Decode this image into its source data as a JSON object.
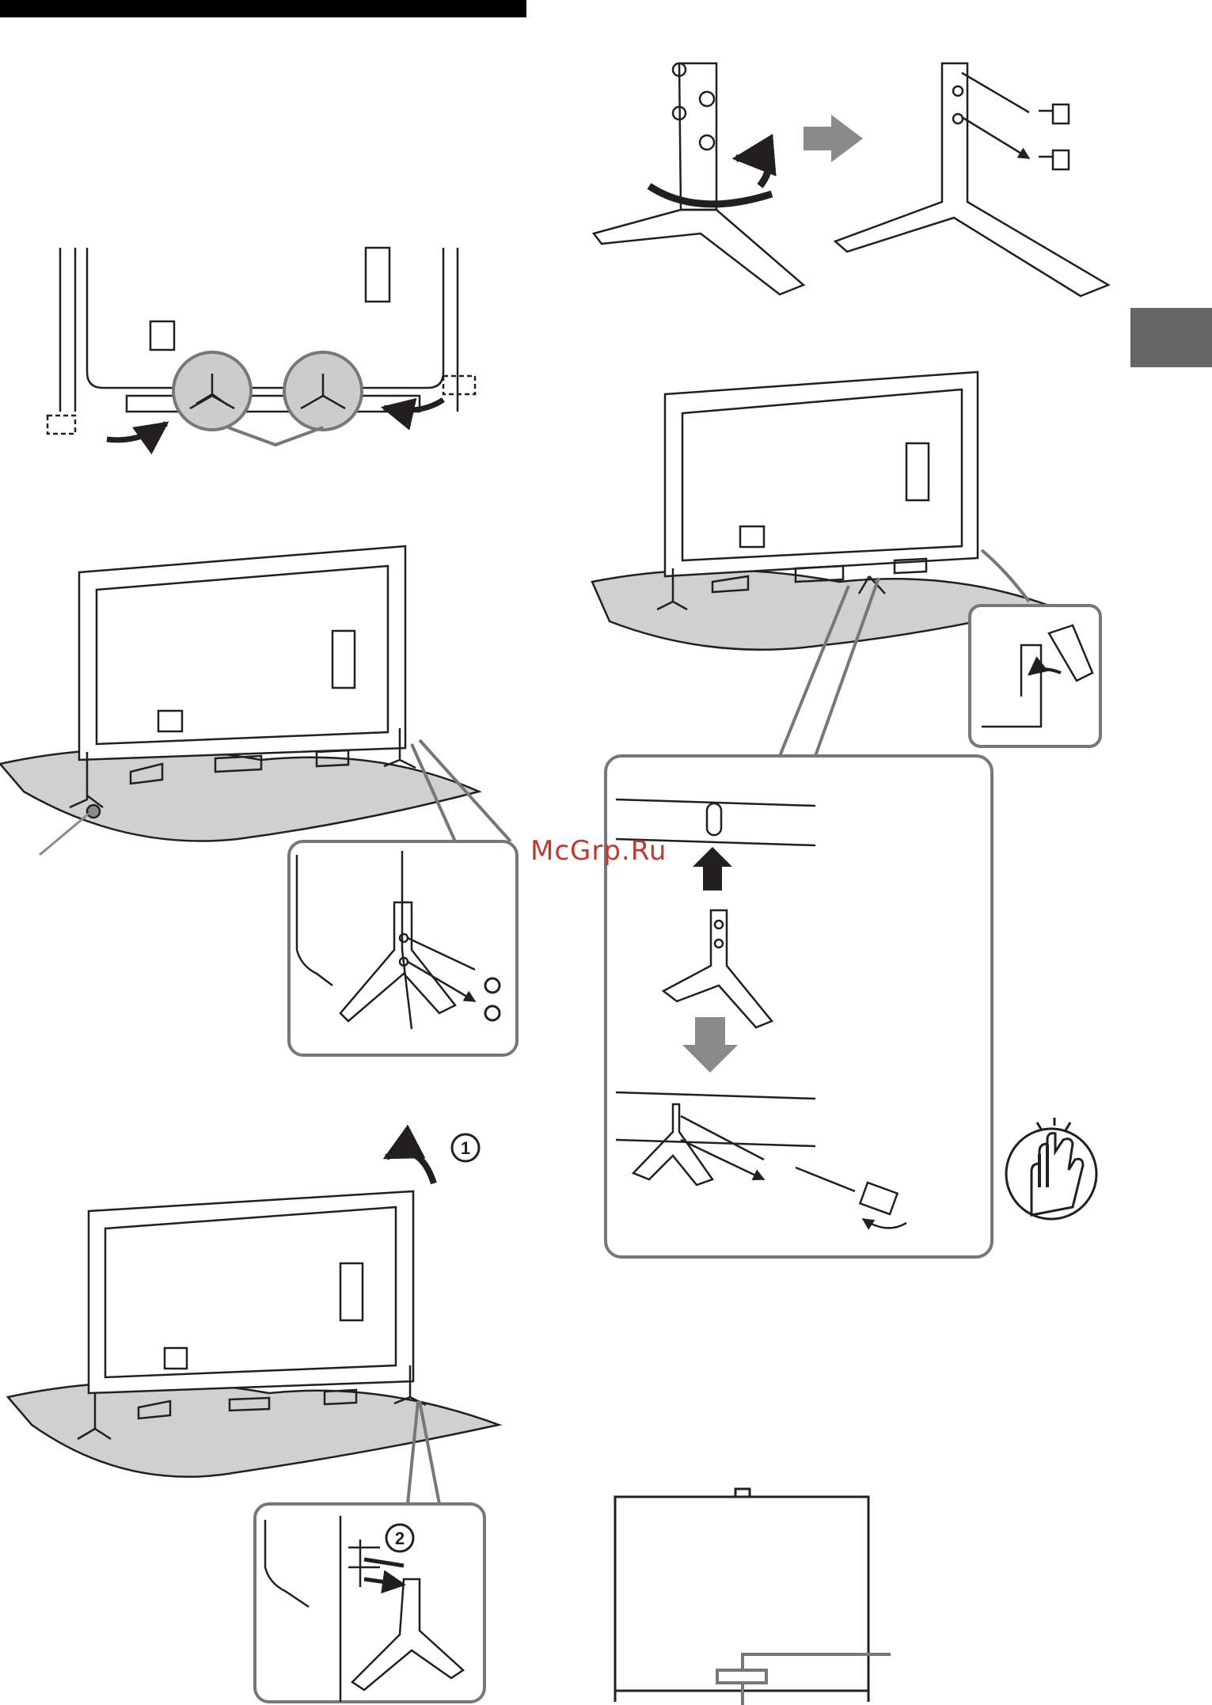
{
  "watermark": {
    "text": "McGrp.Ru"
  },
  "markers": {
    "step_1": "1",
    "step_2": "2"
  },
  "colors": {
    "line": "#231f20",
    "surface": "#d0d0d0",
    "arrow_gray": "#8a8a8a",
    "section_tab": "#666666"
  }
}
